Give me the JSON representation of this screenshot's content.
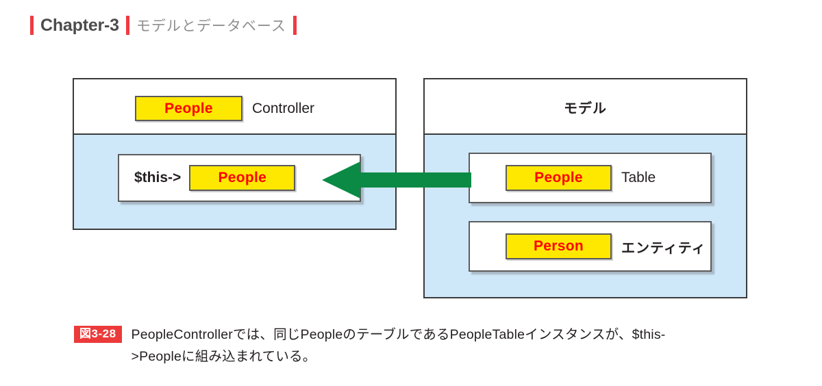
{
  "header": {
    "chapter": "Chapter-3",
    "subtitle": "モデルとデータベース",
    "rule_color": "#ef3b42"
  },
  "diagram": {
    "controller_panel": {
      "header": {
        "tag": "People",
        "label": "Controller"
      },
      "card": {
        "prefix": "$this->",
        "tag": "People"
      }
    },
    "model_panel": {
      "header": {
        "title": "モデル"
      },
      "cards": [
        {
          "tag": "People",
          "label": "Table"
        },
        {
          "tag": "Person",
          "label": "エンティティ"
        }
      ]
    },
    "arrow": {
      "direction": "left",
      "color": "#0a8a45"
    },
    "colors": {
      "panel_body": "#cfe8f9",
      "tag_fill": "#ffe800",
      "tag_text": "#ff0000",
      "border": "#3a3a3a"
    }
  },
  "caption": {
    "figure_number": "図3-28",
    "line1": "PeopleControllerでは、同じPeopleのテーブルであるPeopleTableインスタンスが、$this-",
    "line2": ">Peopleに組み込まれている。"
  }
}
